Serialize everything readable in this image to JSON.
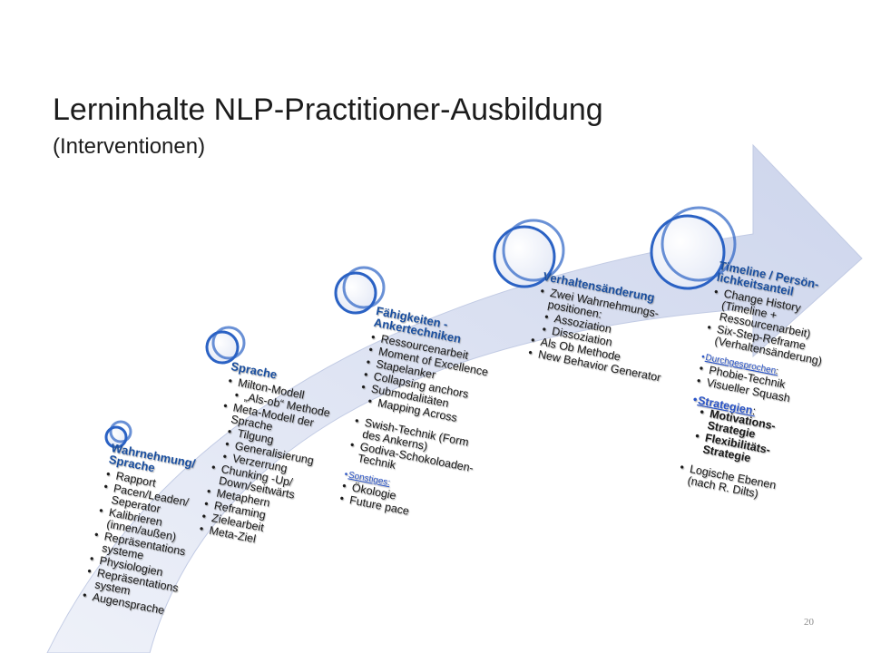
{
  "title": "Lerninhalte NLP-Practitioner-Ausbildung",
  "subtitle": "(Interventionen)",
  "page_number": "20",
  "colors": {
    "arrow_fill": "#d4dbee",
    "circle_stroke": "#2b62c4",
    "header_text": "#1a4fa0"
  },
  "stages": [
    {
      "header": "Wahrnehmung/ Sprache",
      "items": [
        {
          "t": "Rapport"
        },
        {
          "t": "Pacen/Leaden/ Seperator"
        },
        {
          "t": "Kalibrieren (innen/außen)"
        },
        {
          "t": "Repräsentations systeme"
        },
        {
          "t": "Physiologien"
        },
        {
          "t": "Repräsentations system"
        },
        {
          "t": "Augensprache"
        }
      ]
    },
    {
      "header": "Sprache",
      "items": [
        {
          "t": "Milton-Modell"
        },
        {
          "t": "„Als-ob“ Methode",
          "sub": true
        },
        {
          "t": "Meta-Modell der Sprache"
        },
        {
          "t": "Tilgung",
          "sub": true
        },
        {
          "t": "Generalisierung",
          "sub": true
        },
        {
          "t": "Verzerrung",
          "sub": true
        },
        {
          "t": "Chunking -Up/ Down/seitwärts"
        },
        {
          "t": "Metaphern"
        },
        {
          "t": "Reframing"
        },
        {
          "t": "Zielearbeit"
        },
        {
          "t": "Meta-Ziel"
        }
      ]
    },
    {
      "header": "Fähigkeiten - Ankertechniken",
      "items": [
        {
          "t": "Ressourcenarbeit"
        },
        {
          "t": "Moment of Excellence"
        },
        {
          "t": "Stapelanker"
        },
        {
          "t": "Collapsing anchors"
        },
        {
          "t": "Submodalitäten"
        },
        {
          "t": "Mapping Across",
          "sub": true
        }
      ],
      "items2": [
        {
          "t": "Swish-Technik (Form des Ankerns)"
        },
        {
          "t": "Godiva-Schokoloaden- Technik"
        }
      ],
      "link": "Sonstiges:",
      "items3": [
        {
          "t": "Ökologie"
        },
        {
          "t": "Future pace"
        }
      ]
    },
    {
      "header": "Verhaltensänderung",
      "items": [
        {
          "t": "Zwei Wahrnehmungs- positionen:"
        },
        {
          "t": "Assoziation",
          "sub": true
        },
        {
          "t": "Dissoziation",
          "sub": true
        },
        {
          "t": "Als Ob Methode"
        },
        {
          "t": "New Behavior Generator"
        }
      ]
    },
    {
      "header": "Timeline / Persön- lichkeitsanteil",
      "items": [
        {
          "t": "Change History (Timeline + Ressourcenarbeit)"
        },
        {
          "t": "Six-Step-Reframe (Verhaltensänderung)"
        }
      ],
      "link": "Durchgesprochen",
      "link_suffix": ":",
      "items2": [
        {
          "t": "Phobie-Technik"
        },
        {
          "t": "Visueller Squash"
        }
      ],
      "link2": "Strategien",
      "link2_suffix": ":",
      "items3": [
        {
          "t": "Motivations- Strategie",
          "sub": true
        },
        {
          "t": "Flexibilitäts- Strategie",
          "sub": true
        }
      ],
      "items4": [
        {
          "t": "Logische Ebenen (nach R. Dilts)"
        }
      ]
    }
  ]
}
